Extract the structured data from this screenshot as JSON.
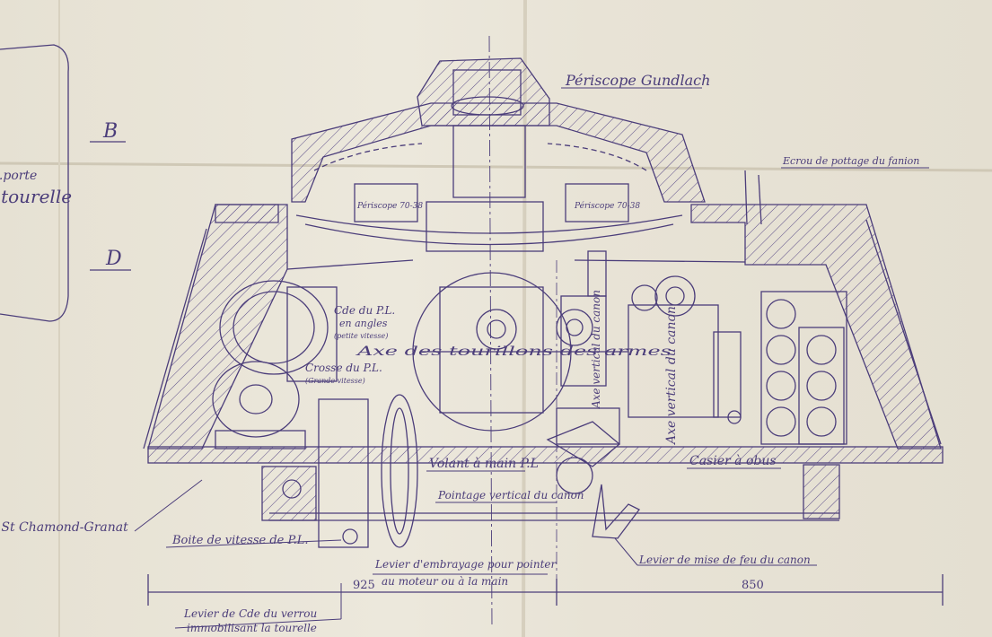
{
  "section_labels": {
    "b": "B",
    "d": "D"
  },
  "labels": {
    "periscope_top": "Périscope Gundlach",
    "flag_nut": "Ecrou de pottage du fanion",
    "left_clip_1": "...porte",
    "left_clip_2": "...tourelle",
    "periscope_left": "Périscope 70-38",
    "periscope_right": "Périscope 70-38",
    "traverse_ctrl_1": "Cde du P.L.",
    "traverse_ctrl_2": "en angles",
    "traverse_ctrl_3": "(petite vitesse)",
    "traverse_crank_1": "Crosse du P.L.",
    "traverse_crank_2": "(Grande vitesse)",
    "turret_axis": "Axe des tourillons des armes",
    "vertical_axis_1": "Axe vertical du canon",
    "vertical_axis_2": "Axe vertical du canon",
    "handwheel": "Volant à main P.L",
    "shell_rack": "Casier à obus",
    "elevation": "Pointage vertical du canon",
    "chamond": "...St Chamond-Granat",
    "gearbox": "Boite de vitesse de P.L.",
    "clutch_lever_1": "Levier d'embrayage pour pointer",
    "clutch_lever_2": "au moteur ou à la main",
    "firing_lever": "Levier de mise de feu du canon",
    "lock_lever_1": "Levier de Cde du verrou",
    "lock_lever_2": "immobilisant la tourelle"
  },
  "dimensions": {
    "left": "925",
    "right": "850"
  },
  "colors": {
    "ink": "#4b3d7a",
    "paper": "#e9e4d8"
  }
}
